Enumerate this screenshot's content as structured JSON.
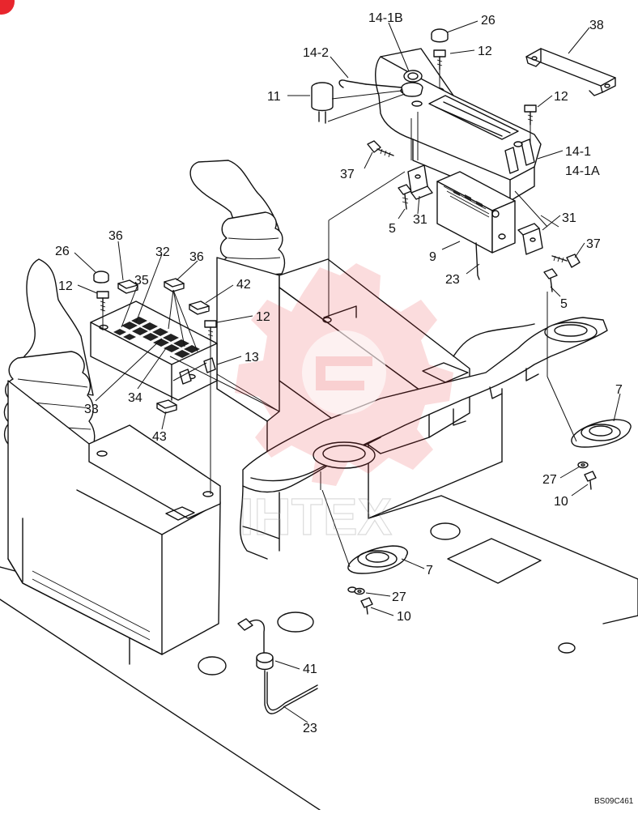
{
  "diagram": {
    "watermark_text": "IHTEX",
    "drawing_code": "BS09C461",
    "brand_badge_color": "#e8262d",
    "labels": {
      "l_14_1B": "14-1B",
      "l_26_top": "26",
      "l_38": "38",
      "l_14_2": "14-2",
      "l_12_a": "12",
      "l_11": "11",
      "l_12_b": "12",
      "l_14_1": "14-1",
      "l_14_1A": "14-1A",
      "l_37_a": "37",
      "l_31_a": "31",
      "l_5_a": "5",
      "l_31_b": "31",
      "l_9": "9",
      "l_37_b": "37",
      "l_23_a": "23",
      "l_5_b": "5",
      "l_36_a": "36",
      "l_26_b": "26",
      "l_32": "32",
      "l_36_b": "36",
      "l_35": "35",
      "l_42": "42",
      "l_12_c": "12",
      "l_12_d": "12",
      "l_13": "13",
      "l_33": "33",
      "l_34": "34",
      "l_43": "43",
      "l_7_a": "7",
      "l_27_a": "27",
      "l_10_a": "10",
      "l_7_b": "7",
      "l_27_b": "27",
      "l_10_b": "10",
      "l_41": "41",
      "l_23_b": "23"
    }
  }
}
